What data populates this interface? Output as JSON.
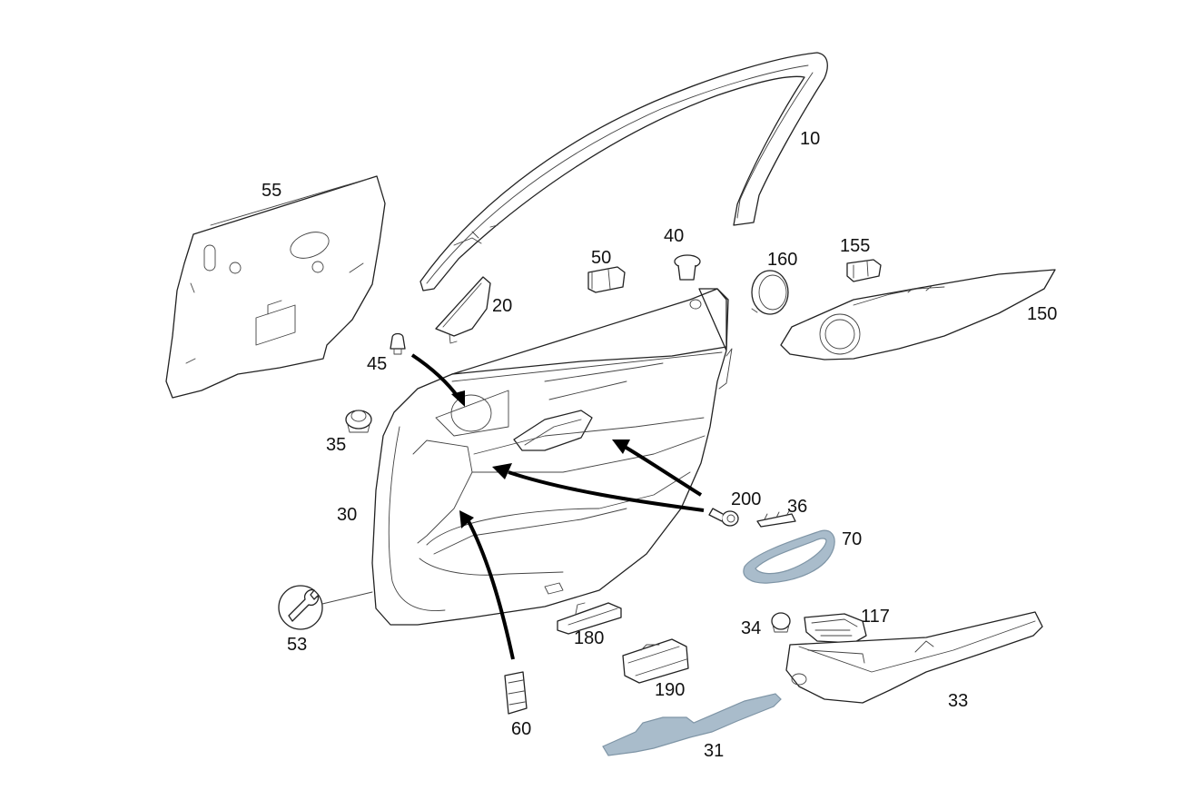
{
  "colors": {
    "line": "#222222",
    "highlight_fill": "#a9bccb",
    "highlight_stroke": "#7f95a6",
    "arrow": "#000000"
  },
  "parts": [
    {
      "id": "10",
      "label": "10"
    },
    {
      "id": "20",
      "label": "20"
    },
    {
      "id": "30",
      "label": "30"
    },
    {
      "id": "31",
      "label": "31"
    },
    {
      "id": "33",
      "label": "33"
    },
    {
      "id": "34",
      "label": "34"
    },
    {
      "id": "35",
      "label": "35"
    },
    {
      "id": "36",
      "label": "36"
    },
    {
      "id": "40",
      "label": "40"
    },
    {
      "id": "45",
      "label": "45"
    },
    {
      "id": "50",
      "label": "50"
    },
    {
      "id": "53",
      "label": "53"
    },
    {
      "id": "55",
      "label": "55"
    },
    {
      "id": "60",
      "label": "60"
    },
    {
      "id": "70",
      "label": "70"
    },
    {
      "id": "117",
      "label": "117"
    },
    {
      "id": "150",
      "label": "150"
    },
    {
      "id": "155",
      "label": "155"
    },
    {
      "id": "160",
      "label": "160"
    },
    {
      "id": "180",
      "label": "180"
    },
    {
      "id": "190",
      "label": "190"
    },
    {
      "id": "200",
      "label": "200"
    }
  ],
  "icons": {
    "service": "wrench-icon"
  }
}
